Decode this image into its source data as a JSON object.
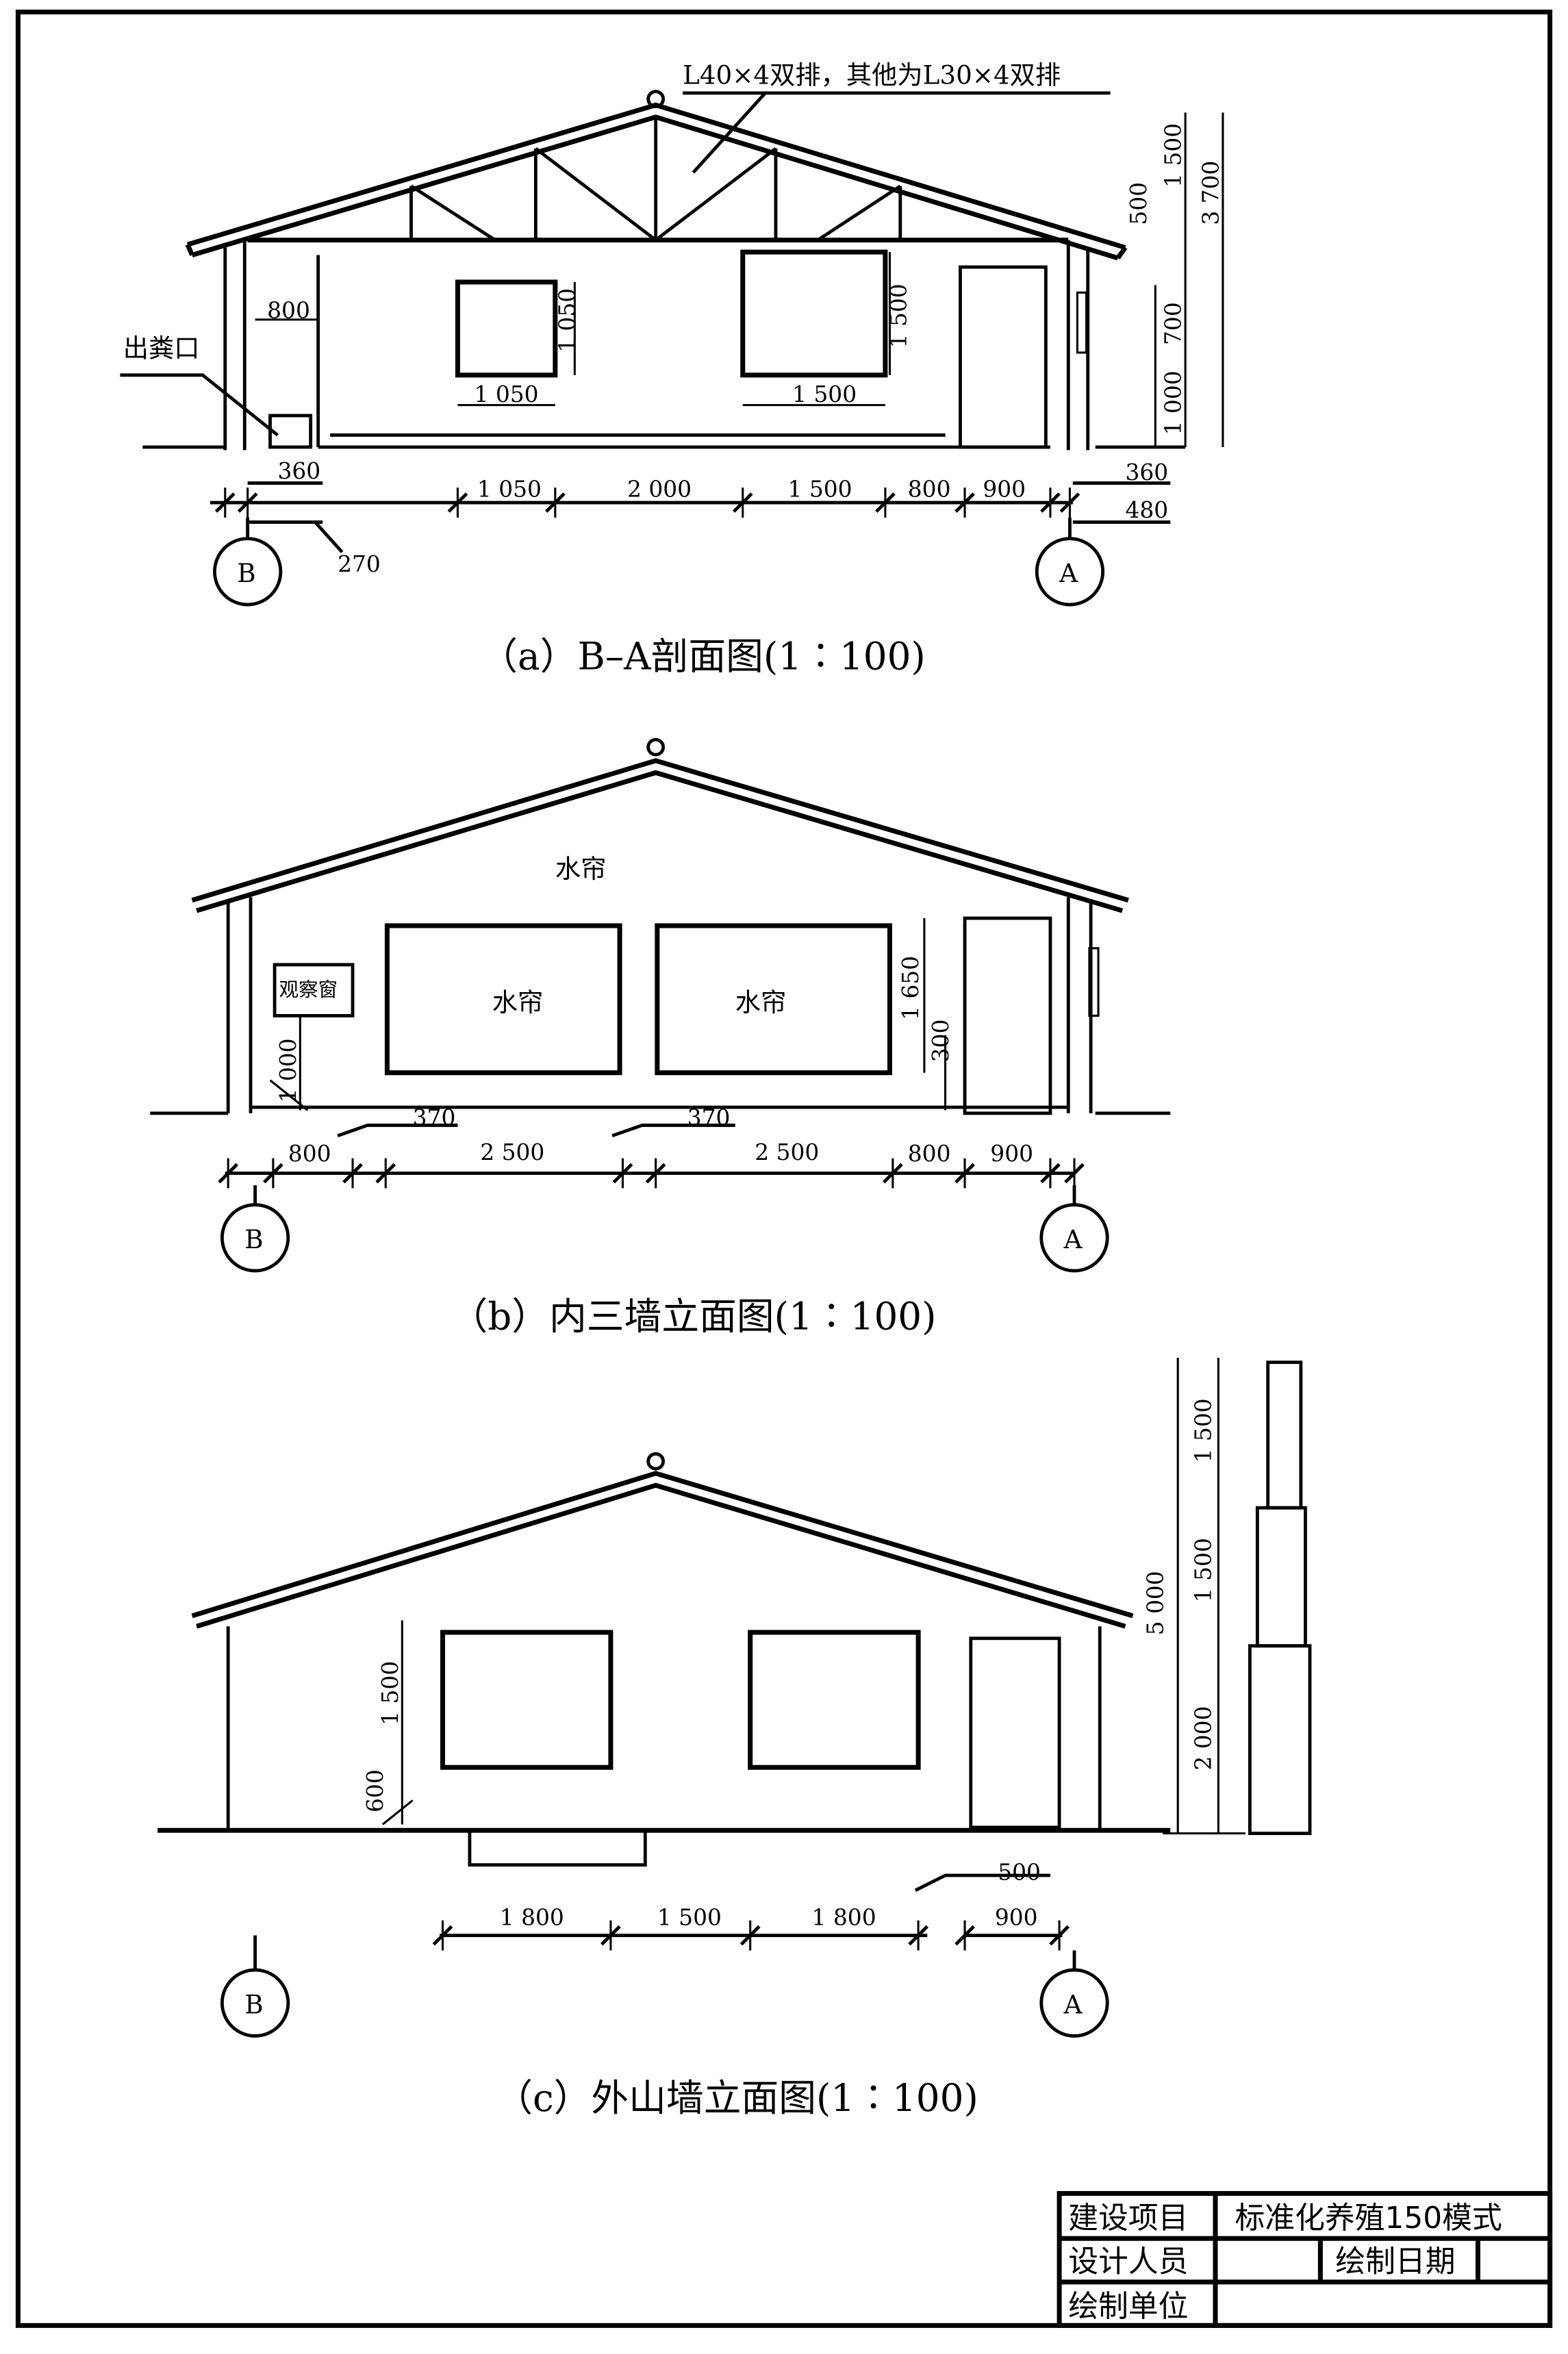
{
  "section_a": {
    "caption": "（a）B–A剖面图(1∶100)",
    "truss_note": "L40×4双排，其他为L30×4双排",
    "manure_outlet": "出粪口",
    "dims": {
      "partition": "800",
      "win1_h": "1 050",
      "win1_w": "1 050",
      "win2_h": "1 500",
      "win2_w": "1 500",
      "r_1500": "1 500",
      "r_3700": "3 700",
      "r_500": "500",
      "r_700": "700",
      "r_1000": "1 000",
      "b_360l": "360",
      "b_1050": "1 050",
      "b_2000": "2 000",
      "b_1500": "1 500",
      "b_800": "800",
      "b_900": "900",
      "b_360r": "360",
      "b_480": "480",
      "b_270": "270"
    },
    "axis_b": "B",
    "axis_a": "A"
  },
  "section_b": {
    "caption": "（b）内三墙立面图(1∶100)",
    "curtain_top": "水帘",
    "curtain_1": "水帘",
    "curtain_2": "水帘",
    "observation_window": "观察窗",
    "dims": {
      "v_1000": "1 000",
      "v_1650": "1 650",
      "v_300": "300",
      "b_800l": "800",
      "b_370a": "370",
      "b_2500a": "2 500",
      "b_370b": "370",
      "b_2500b": "2 500",
      "b_800r": "800",
      "b_900": "900"
    },
    "axis_b": "B",
    "axis_a": "A"
  },
  "section_c": {
    "caption": "（c）外山墙立面图(1∶100)",
    "dims": {
      "v_1500": "1 500",
      "v_600": "600",
      "c_5000": "5 000",
      "c_1500a": "1 500",
      "c_1500b": "1 500",
      "c_2000": "2 000",
      "b_1800a": "1 800",
      "b_1500": "1 500",
      "b_1800b": "1 800",
      "b_500": "500",
      "b_900": "900"
    },
    "axis_b": "B",
    "axis_a": "A"
  },
  "title_block": {
    "project_label": "建设项目",
    "project_value": "标准化养殖150模式",
    "designer_label": "设计人员",
    "date_label": "绘制日期",
    "unit_label": "绘制单位"
  }
}
